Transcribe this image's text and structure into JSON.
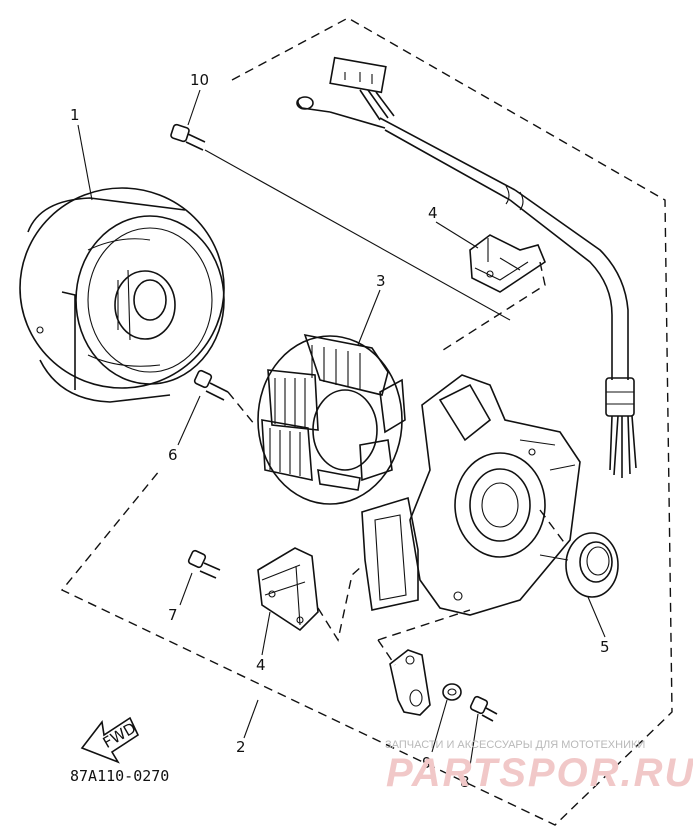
{
  "callouts": {
    "c1": "1",
    "c2": "2",
    "c3": "3",
    "c4a": "4",
    "c4b": "4",
    "c5": "5",
    "c6": "6",
    "c7": "7",
    "c8": "8",
    "c9": "9",
    "c10": "10"
  },
  "fwd_label": "FWD",
  "drawing_code": "87A110-0270",
  "watermark": {
    "tagline": "ЗАПЧАСТИ И АКСЕССУАРЫ ДЛЯ МОТОТЕХНИКИ",
    "logo": "PARTSPOR.RU"
  },
  "colors": {
    "line": "#111111",
    "watermark_logo": "#f1c8c8",
    "watermark_text": "#b9b9b9"
  }
}
